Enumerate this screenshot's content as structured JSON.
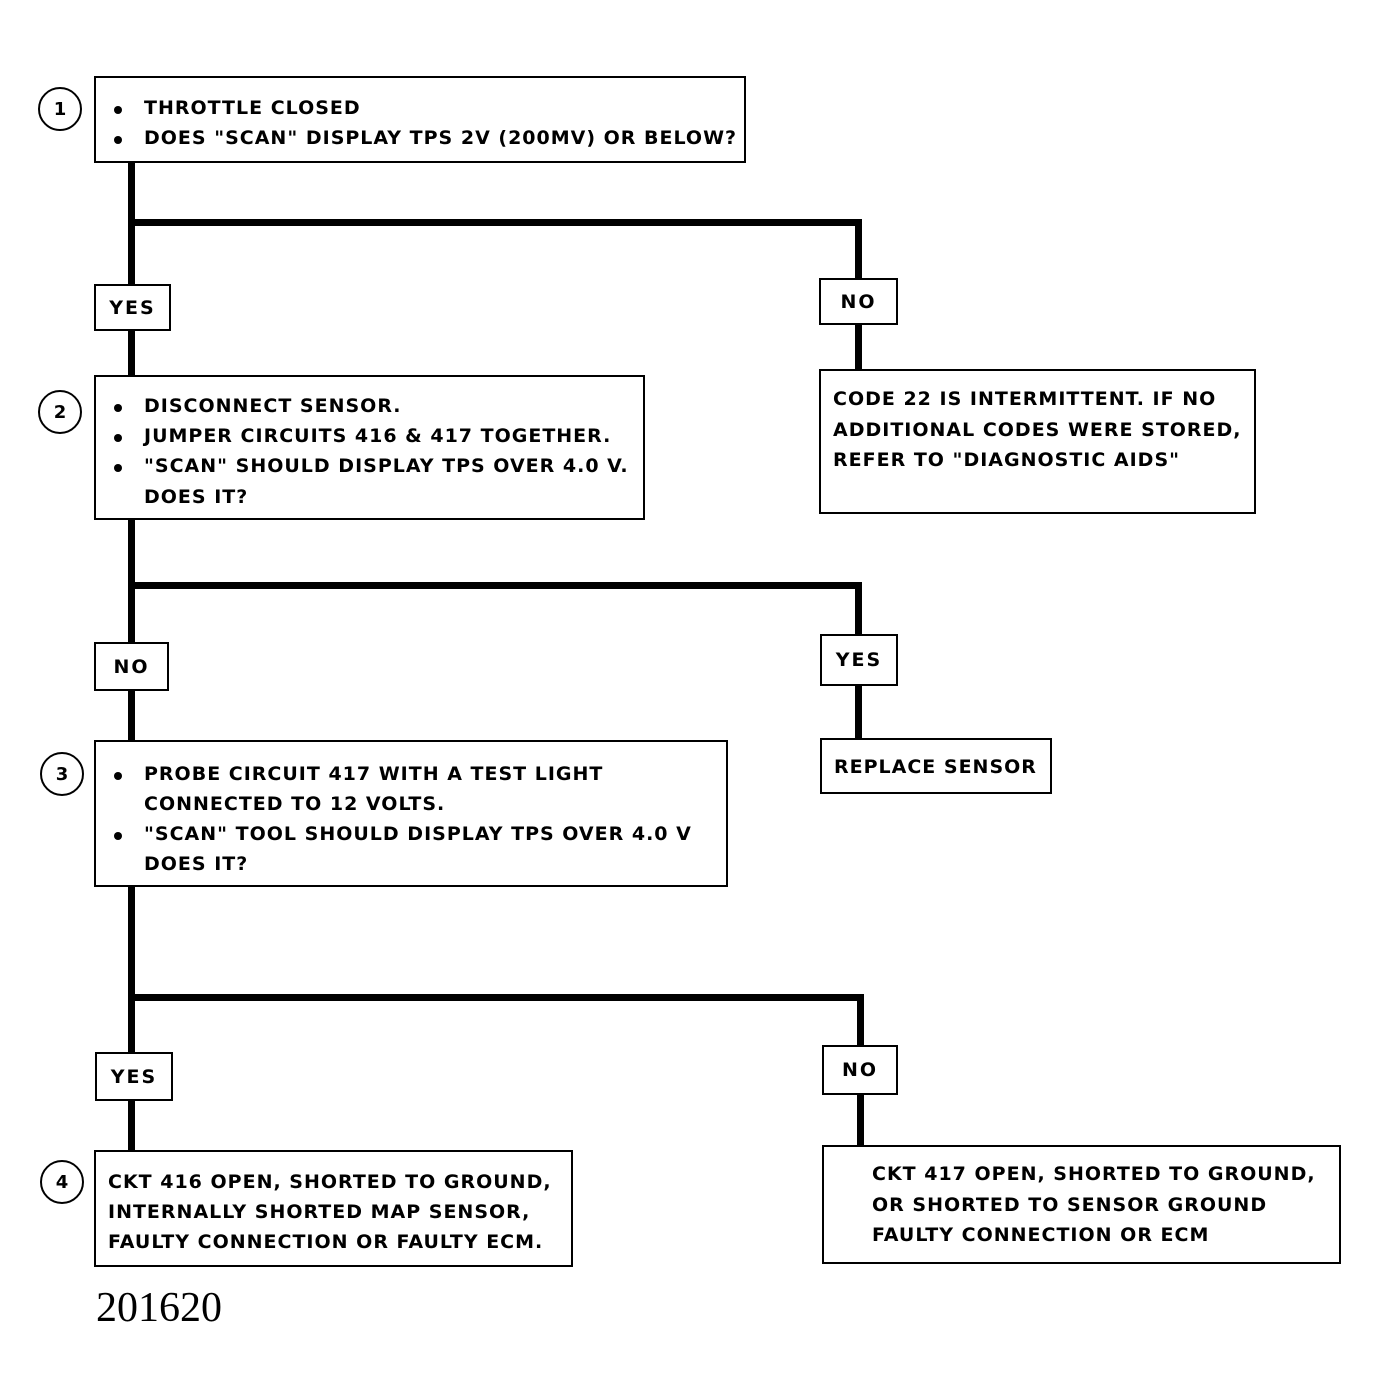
{
  "steps": {
    "s1": {
      "number": "1",
      "lines": [
        "THROTTLE CLOSED",
        "DOES \"SCAN\" DISPLAY TPS  2V (200MV) OR BELOW?"
      ]
    },
    "s2": {
      "number": "2",
      "lines": [
        "DISCONNECT SENSOR.",
        "JUMPER CIRCUITS 416 & 417 TOGETHER.",
        "\"SCAN\" SHOULD DISPLAY TPS OVER 4.0 V.",
        "DOES IT?"
      ]
    },
    "s3": {
      "number": "3",
      "lines": [
        "PROBE CIRCUIT 417 WITH A TEST LIGHT",
        "CONNECTED TO 12 VOLTS.",
        "\"SCAN\" TOOL SHOULD DISPLAY TPS OVER 4.0 V",
        "DOES IT?"
      ]
    },
    "s4": {
      "number": "4",
      "lines": [
        "CKT 416 OPEN, SHORTED TO GROUND,",
        "INTERNALLY SHORTED MAP SENSOR,",
        "FAULTY CONNECTION OR FAULTY ECM."
      ]
    }
  },
  "outcomes": {
    "intermittent": [
      "CODE 22 IS INTERMITTENT. IF NO",
      "ADDITIONAL CODES WERE STORED,",
      "REFER TO \"DIAGNOSTIC AIDS\""
    ],
    "replace": [
      "REPLACE SENSOR"
    ],
    "ckt417": [
      "CKT 417 OPEN, SHORTED TO GROUND,",
      "OR SHORTED TO SENSOR GROUND",
      "FAULTY CONNECTION OR ECM"
    ]
  },
  "branches": {
    "b1_left": "YES",
    "b1_right": "NO",
    "b2_left": "NO",
    "b2_right": "YES",
    "b3_left": "YES",
    "b3_right": "NO"
  },
  "figure_number": "201620"
}
